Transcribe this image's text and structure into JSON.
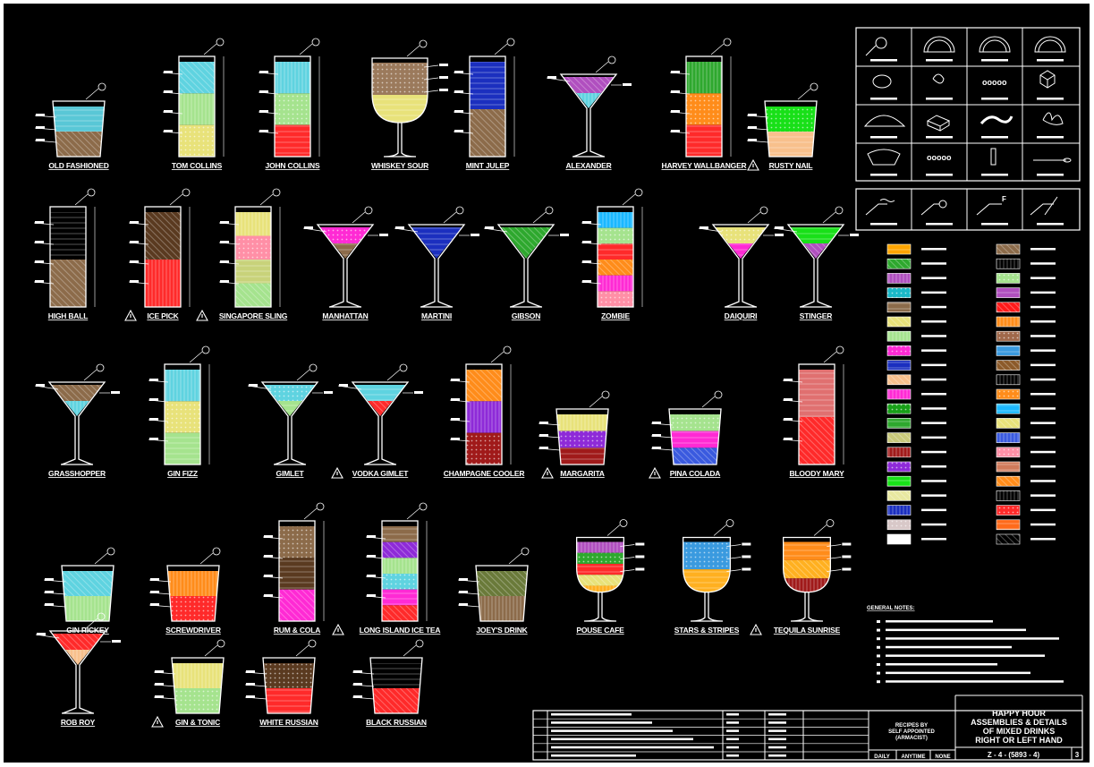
{
  "sheet": {
    "background": "#000000",
    "linework": "#ffffff"
  },
  "drinks": [
    {
      "label": "OLD FASHIONED",
      "vessel": "rocks",
      "warning": false,
      "fills": [
        "#59c7d6",
        "#8c6b4a"
      ]
    },
    {
      "label": "TOM COLLINS",
      "vessel": "collins",
      "warning": false,
      "fills": [
        "#5fd3e0",
        "#a5e38e",
        "#e8e27a"
      ]
    },
    {
      "label": "JOHN COLLINS",
      "vessel": "collins",
      "warning": false,
      "fills": [
        "#5fd3e0",
        "#a5e38e",
        "#ff2a2a"
      ]
    },
    {
      "label": "WHISKEY SOUR",
      "vessel": "sour",
      "warning": false,
      "fills": [
        "#9b7a5c",
        "#e8e27a"
      ]
    },
    {
      "label": "MINT JULEP",
      "vessel": "collins",
      "warning": false,
      "fills": [
        "#1b2fbf",
        "#8c6b4a"
      ]
    },
    {
      "label": "ALEXANDER",
      "vessel": "martini",
      "warning": false,
      "fills": [
        "#b04fbf",
        "#5fd3e0"
      ]
    },
    {
      "label": "HARVEY WALLBANGER",
      "vessel": "collins",
      "warning": false,
      "fills": [
        "#2ea82e",
        "#ff8c1a",
        "#ff2a2a"
      ]
    },
    {
      "label": "RUSTY NAIL",
      "vessel": "rocks",
      "warning": true,
      "fills": [
        "#18e018",
        "#f8c08c"
      ]
    },
    {
      "label": "HIGH BALL",
      "vessel": "collins",
      "warning": false,
      "fills": [
        "#000000",
        "#8c6b4a"
      ]
    },
    {
      "label": "ICE PICK",
      "vessel": "collins",
      "warning": true,
      "fills": [
        "#5a3a20",
        "#ff2a2a"
      ]
    },
    {
      "label": "SINGAPORE SLING",
      "vessel": "collins",
      "warning": true,
      "fills": [
        "#e8e27a",
        "#ff8fa6",
        "#c8d27a",
        "#a5e38e"
      ]
    },
    {
      "label": "MANHATTAN",
      "vessel": "martini",
      "warning": false,
      "fills": [
        "#ff2ad4",
        "#8c6b4a"
      ]
    },
    {
      "label": "MARTINI",
      "vessel": "martini",
      "warning": false,
      "fills": [
        "#1b2fbf"
      ]
    },
    {
      "label": "GIBSON",
      "vessel": "martini",
      "warning": false,
      "fills": [
        "#2ea82e"
      ]
    },
    {
      "label": "ZOMBIE",
      "vessel": "collins",
      "warning": false,
      "fills": [
        "#1ab8ff",
        "#a5e38e",
        "#ff2a2a",
        "#ff8c1a",
        "#ff2ad4",
        "#ff8fa6"
      ]
    },
    {
      "label": "DAIQUIRI",
      "vessel": "martini",
      "warning": false,
      "fills": [
        "#e8e27a",
        "#ff2ad4"
      ]
    },
    {
      "label": "STINGER",
      "vessel": "martini",
      "warning": false,
      "fills": [
        "#18e018",
        "#b04fbf"
      ]
    },
    {
      "label": "GRASSHOPPER",
      "vessel": "martini",
      "warning": false,
      "fills": [
        "#8c6b4a",
        "#5fd3e0"
      ]
    },
    {
      "label": "GIN FIZZ",
      "vessel": "collins",
      "warning": false,
      "fills": [
        "#5fd3e0",
        "#e8e27a",
        "#a5e38e"
      ]
    },
    {
      "label": "GIMLET",
      "vessel": "martini",
      "warning": false,
      "fills": [
        "#5fd3e0",
        "#a5e38e"
      ]
    },
    {
      "label": "VODKA GIMLET",
      "vessel": "martini",
      "warning": true,
      "fills": [
        "#5fd3e0",
        "#ff2a2a"
      ]
    },
    {
      "label": "CHAMPAGNE COOLER",
      "vessel": "collins",
      "warning": false,
      "fills": [
        "#ff8c1a",
        "#8e2ad8",
        "#a01a1a"
      ]
    },
    {
      "label": "MARGARITA",
      "vessel": "rocks",
      "warning": true,
      "fills": [
        "#e8e27a",
        "#8e2ad8",
        "#a01a1a"
      ]
    },
    {
      "label": "PINA COLADA",
      "vessel": "rocks",
      "warning": true,
      "fills": [
        "#a5e38e",
        "#ff2ad4",
        "#3a5adf"
      ]
    },
    {
      "label": "BLOODY MARY",
      "vessel": "collins",
      "warning": false,
      "fills": [
        "#e07070",
        "#ff2a2a"
      ]
    },
    {
      "label": "GIN RICKEY",
      "vessel": "rocks",
      "warning": false,
      "fills": [
        "#5fd3e0",
        "#a5e38e"
      ]
    },
    {
      "label": "SCREWDRIVER",
      "vessel": "rocks",
      "warning": false,
      "fills": [
        "#ff8c1a",
        "#ff2a2a"
      ]
    },
    {
      "label": "RUM & COLA",
      "vessel": "collins",
      "warning": false,
      "fills": [
        "#8c6b4a",
        "#5a3a20",
        "#ff2ad4"
      ]
    },
    {
      "label": "LONG ISLAND ICE TEA",
      "vessel": "collins",
      "warning": true,
      "fills": [
        "#8c6b4a",
        "#8e2ad8",
        "#a5e38e",
        "#5fd3e0",
        "#ff2ad4",
        "#ff2a2a"
      ]
    },
    {
      "label": "JOEY'S DRINK",
      "vessel": "rocks",
      "warning": false,
      "fills": [
        "#6a7a3a",
        "#8c6b4a"
      ]
    },
    {
      "label": "POUSE CAFE",
      "vessel": "wine",
      "warning": false,
      "fills": [
        "#b04fbf",
        "#2ea82e",
        "#ff2a2a",
        "#e8e27a",
        "#ffb020"
      ]
    },
    {
      "label": "STARS & STRIPES",
      "vessel": "wine",
      "warning": false,
      "fills": [
        "#3a9adf",
        "#ffb020"
      ]
    },
    {
      "label": "TEQUILA SUNRISE",
      "vessel": "wine",
      "warning": true,
      "fills": [
        "#ff8c1a",
        "#ffb020",
        "#a01a1a"
      ]
    },
    {
      "label": "ROB ROY",
      "vessel": "martini",
      "warning": false,
      "fills": [
        "#ff2a2a",
        "#f8c08c"
      ]
    },
    {
      "label": "GIN & TONIC",
      "vessel": "rocks",
      "warning": true,
      "fills": [
        "#e8e27a",
        "#a5e38e"
      ]
    },
    {
      "label": "WHITE RUSSIAN",
      "vessel": "rocks",
      "warning": false,
      "fills": [
        "#5a3a20",
        "#ff2a2a"
      ]
    },
    {
      "label": "BLACK RUSSIAN",
      "vessel": "rocks",
      "warning": false,
      "fills": [
        "#000000",
        "#ff2a2a"
      ]
    }
  ],
  "legend": [
    {
      "left": "#ffa500",
      "right": "#8c6b4a"
    },
    {
      "left": "#2ea82e",
      "right": "#000000"
    },
    {
      "left": "#b04fbf",
      "right": "#a5e38e"
    },
    {
      "left": "#1ab8c8",
      "right": "#b04fbf"
    },
    {
      "left": "#8c6b4a",
      "right": "#ff1a1a"
    },
    {
      "left": "#e8e27a",
      "right": "#ff8c1a"
    },
    {
      "left": "#a5e38e",
      "right": "#a0684a"
    },
    {
      "left": "#ff2ad4",
      "right": "#3a9adf"
    },
    {
      "left": "#1b2fbf",
      "right": "#8c5a2a"
    },
    {
      "left": "#f8c08c",
      "right": "#000000"
    },
    {
      "left": "#ff2ad4",
      "right": "#ff8c1a"
    },
    {
      "left": "#18a018",
      "right": "#1ab8ff"
    },
    {
      "left": "#2ea82e",
      "right": "#e8e27a"
    },
    {
      "left": "#c8c87a",
      "right": "#3a5adf"
    },
    {
      "left": "#a01a1a",
      "right": "#ff8fa6"
    },
    {
      "left": "#8e2ad8",
      "right": "#d07a5a"
    },
    {
      "left": "#18e018",
      "right": "#ff8c1a"
    },
    {
      "left": "#e8e8a0",
      "right": "#000000"
    },
    {
      "left": "#1b2fbf",
      "right": "#ff2a2a"
    },
    {
      "left": "#d8c8c8",
      "right": "#ff6a1a"
    },
    {
      "left": "#ffffff",
      "right": "#000000"
    }
  ],
  "title_block": {
    "recipe_credit_1": "RECIPES BY",
    "recipe_credit_2": "SELF APPOINTED",
    "recipe_credit_3": "(ARMACIST)",
    "title_1": "HAPPY HOUR",
    "title_2": "ASSEMBLIES & DETAILS",
    "title_3": "OF MIXED DRINKS",
    "title_4": "RIGHT OR LEFT HAND",
    "date": "DAILY",
    "scale": "ANYTIME",
    "code": "NONE",
    "drawing_number": "Z - 4 - (5893 - 4)",
    "sheet": "3"
  },
  "notes": {
    "heading": "GENERAL NOTES:",
    "count": 8
  },
  "tag_markers": [
    "F",
    "F"
  ]
}
